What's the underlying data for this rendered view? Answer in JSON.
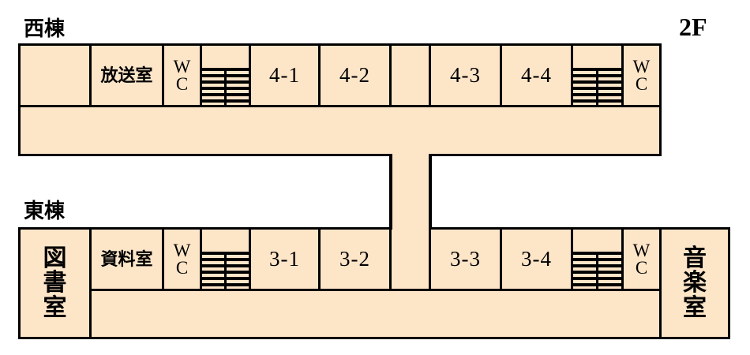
{
  "labels": {
    "west": "西棟",
    "east": "東棟",
    "floor": "2F"
  },
  "west_wing": {
    "broadcast_room": "放送室",
    "wc_left": {
      "w": "W",
      "c": "C"
    },
    "class_4_1": "4-1",
    "class_4_2": "4-2",
    "class_4_3": "4-3",
    "class_4_4": "4-4",
    "wc_right": {
      "w": "W",
      "c": "C"
    }
  },
  "east_wing": {
    "library": [
      "図",
      "書",
      "室"
    ],
    "reference_room": "資料室",
    "wc_left": {
      "w": "W",
      "c": "C"
    },
    "class_3_1": "3-1",
    "class_3_2": "3-2",
    "class_3_3": "3-3",
    "class_3_4": "3-4",
    "wc_right": {
      "w": "W",
      "c": "C"
    },
    "music_room": [
      "音",
      "楽",
      "室"
    ]
  },
  "colors": {
    "room_fill": "#fde5c8",
    "wall": "#000000",
    "background": "#ffffff"
  },
  "icons": {
    "stairs": "stairs-icon"
  }
}
